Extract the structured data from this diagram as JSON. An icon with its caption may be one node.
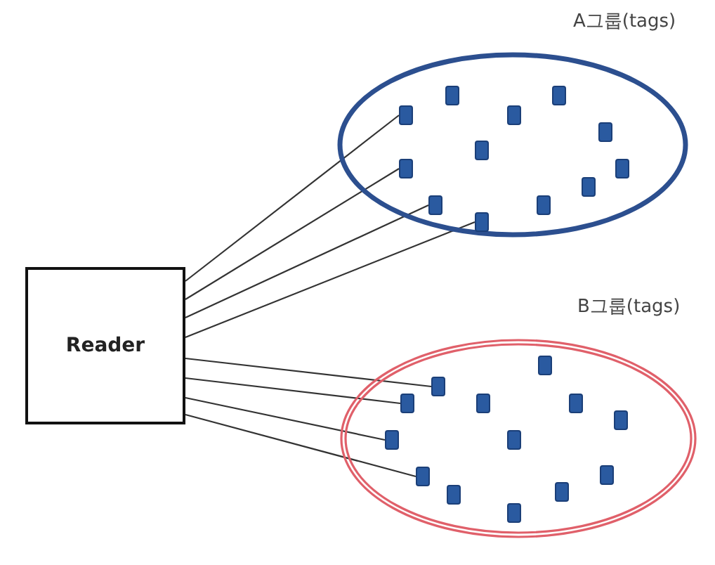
{
  "diagram": {
    "nodes": [
      {
        "text": [
          "Reader"
        ]
      },
      {
        "text": [
          "A그룹(tags)"
        ]
      },
      {
        "text": [],
        "shape": "box",
        "in": 1
      },
      {
        "text": [],
        "shape": "box",
        "in": 1
      },
      {
        "text": [],
        "shape": "box",
        "in": 1
      },
      {
        "text": [],
        "shape": "box",
        "in": 1
      },
      {
        "text": [],
        "shape": "box",
        "in": 1
      },
      {
        "text": [],
        "shape": "box",
        "in": 1
      },
      {
        "text": [],
        "shape": "box",
        "in": 1
      },
      {
        "text": [],
        "shape": "box",
        "in": 1
      },
      {
        "text": [],
        "shape": "box",
        "in": 1
      },
      {
        "text": [],
        "shape": "box",
        "in": 1
      },
      {
        "text": [],
        "shape": "box",
        "in": 1
      },
      {
        "text": [],
        "shape": "box",
        "in": 1
      },
      {
        "text": [
          "B그룹(tags)"
        ]
      },
      {
        "text": [],
        "shape": "box",
        "in": 14
      },
      {
        "text": [],
        "shape": "box",
        "in": 14
      },
      {
        "text": [],
        "shape": "box",
        "in": 14
      },
      {
        "text": [],
        "shape": "box",
        "in": 14
      },
      {
        "text": [],
        "shape": "box",
        "in": 14
      },
      {
        "text": [],
        "shape": "box",
        "in": 14
      },
      {
        "text": [],
        "shape": "box",
        "in": 14
      },
      {
        "text": [],
        "shape": "box",
        "in": 14
      },
      {
        "text": [],
        "shape": "box",
        "in": 14
      },
      {
        "text": [],
        "shape": "box",
        "in": 14
      },
      {
        "text": [],
        "shape": "box",
        "in": 14
      },
      {
        "text": [],
        "shape": "box",
        "in": 14
      },
      {
        "text": [],
        "shape": "box",
        "in": 14
      }
    ],
    "edges": [
      {
        "from": 0,
        "to": 2,
        "arrow": "none"
      },
      {
        "from": 0,
        "to": 8,
        "arrow": "none"
      },
      {
        "from": 0,
        "to": 11,
        "arrow": "none"
      },
      {
        "from": 0,
        "to": 13,
        "arrow": "none"
      },
      {
        "from": 0,
        "to": 15,
        "arrow": "none"
      },
      {
        "from": 0,
        "to": 16,
        "arrow": "none"
      },
      {
        "from": 0,
        "to": 21,
        "arrow": "none"
      },
      {
        "from": 0,
        "to": 24,
        "arrow": "none"
      }
    ]
  }
}
